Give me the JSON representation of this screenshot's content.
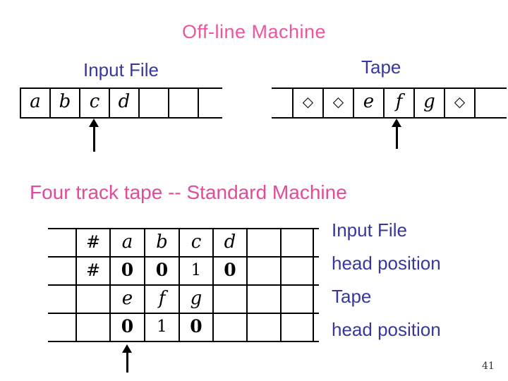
{
  "colors": {
    "title_pink": "#ef559f",
    "caption_pink": "#e04c98",
    "blue": "#38389c",
    "line": "#000000"
  },
  "title": "Off-line Machine",
  "page_number": "41",
  "input_file": {
    "label": "Input File",
    "cells": [
      "a",
      "b",
      "c",
      "d",
      "",
      "",
      ""
    ],
    "head_cell_index": 2
  },
  "tape": {
    "label": "Tape",
    "cells": [
      "◇",
      "◇",
      "e",
      "f",
      "g",
      "◇",
      ""
    ],
    "head_cell_index": 3
  },
  "four_track": {
    "caption": "Four track tape -- Standard Machine",
    "rows": [
      [
        "",
        "#",
        "a",
        "b",
        "c",
        "d",
        "",
        ""
      ],
      [
        "",
        "#",
        "0",
        "0",
        "1",
        "0",
        "",
        ""
      ],
      [
        "",
        "",
        "e",
        "f",
        "g",
        "",
        "",
        ""
      ],
      [
        "",
        "",
        "0",
        "1",
        "0",
        "",
        "",
        ""
      ]
    ],
    "head_col_index": 2,
    "legend": [
      "Input File",
      "head position",
      "Tape",
      "head position"
    ]
  }
}
